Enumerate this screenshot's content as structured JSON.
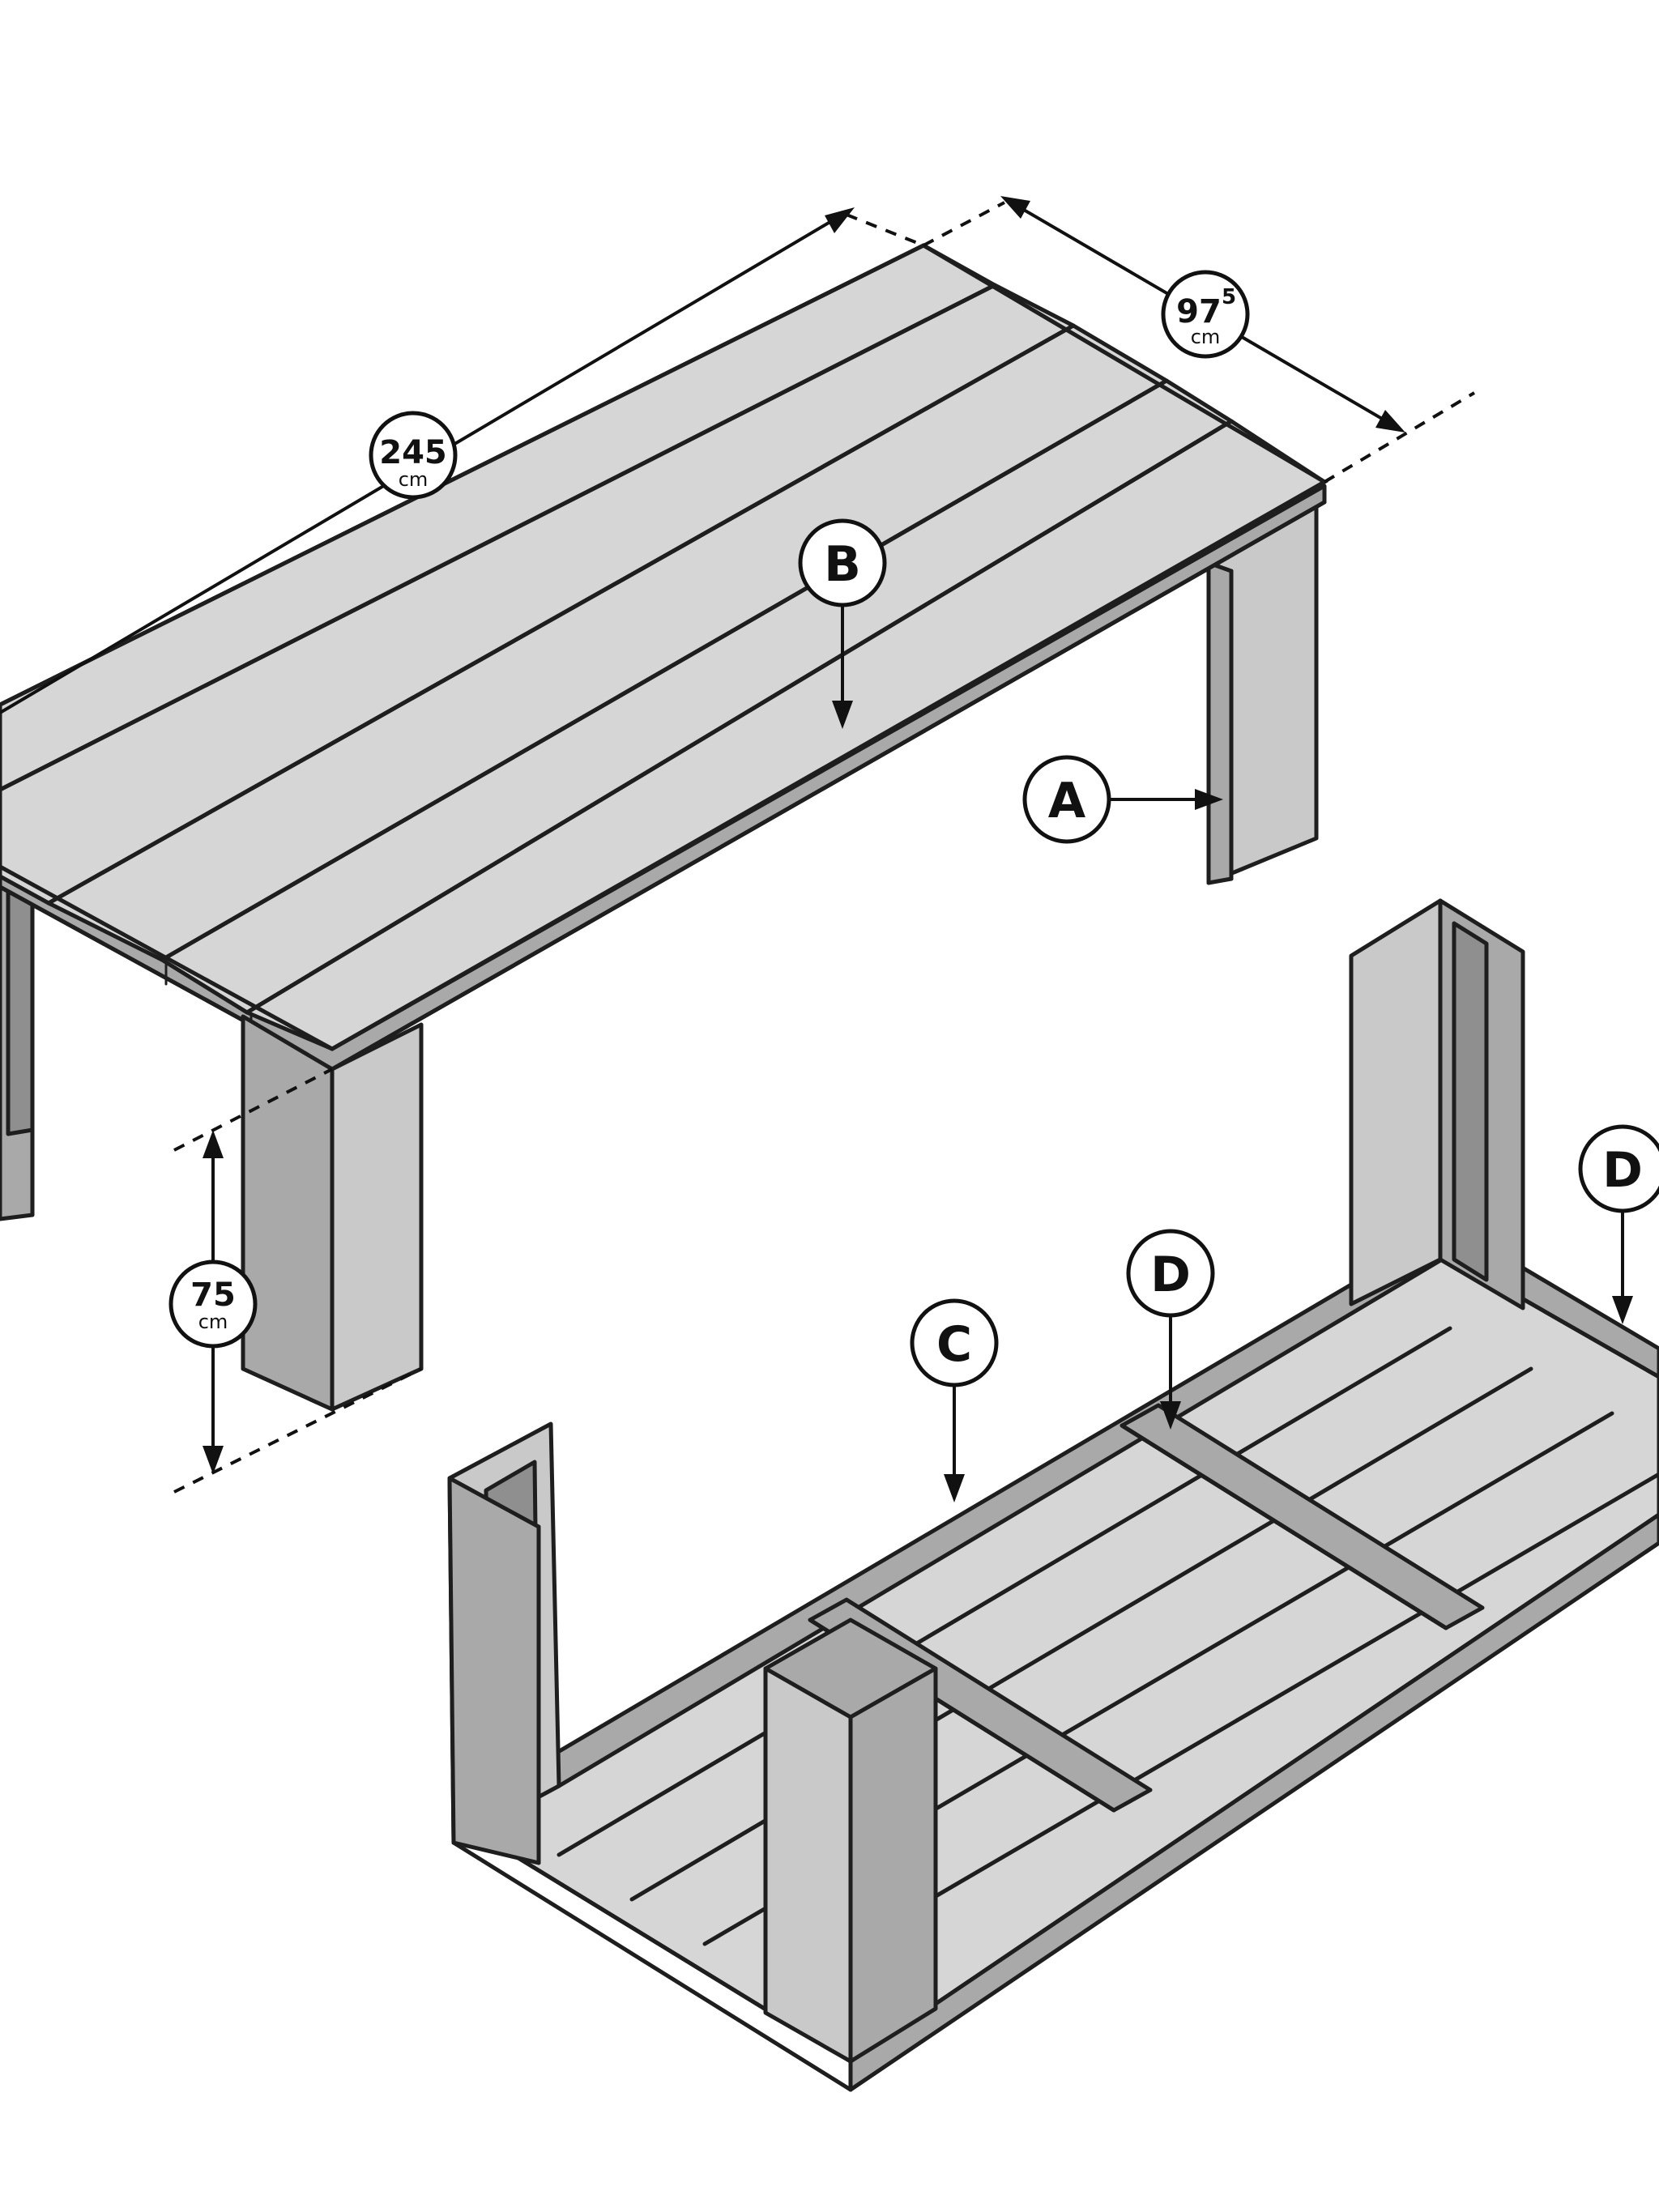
{
  "dimensions": {
    "length": {
      "value": "245",
      "unit": "cm"
    },
    "width": {
      "value": "97",
      "superscript": "5",
      "unit": "cm"
    },
    "height": {
      "value": "75",
      "unit": "cm"
    }
  },
  "callouts": {
    "a": "A",
    "b": "B",
    "c": "C",
    "d_middle": "D",
    "d_right": "D"
  },
  "colors": {
    "plank_top": "#c9c9c9",
    "plank_side": "#a9a9a9",
    "plank_dark": "#8f8f8f",
    "line": "#1e1e1e",
    "background": "#ffffff"
  }
}
